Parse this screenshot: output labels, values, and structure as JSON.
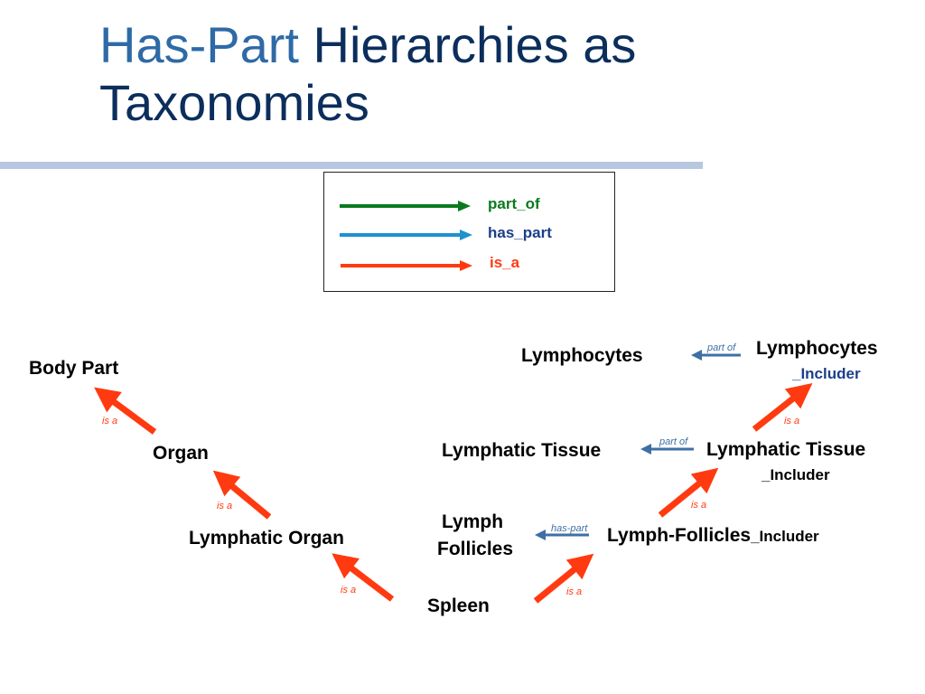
{
  "title": {
    "part1": "Has-Part",
    "part2": "Hierarchies as",
    "part3": "Taxonomies"
  },
  "legend": {
    "part_of": "part_of",
    "has_part": "has_part",
    "is_a": "is_a"
  },
  "nodes": {
    "body_part": "Body Part",
    "organ": "Organ",
    "lymphatic_organ": "Lymphatic Organ",
    "spleen": "Spleen",
    "lymph": "Lymph",
    "follicles": "Follicles",
    "lymph_follicles_includer_main": "Lymph-Follicles",
    "lymph_follicles_includer_suffix": "_Includer",
    "lymphatic_tissue": "Lymphatic Tissue",
    "lymphatic_tissue_includer": "Lymphatic Tissue",
    "lymphatic_tissue_includer_suffix": "_Includer",
    "lymphocytes": "Lymphocytes",
    "lymphocytes_includer": "Lymphocytes",
    "lymphocytes_includer_suffix": "_Includer"
  },
  "edge_labels": {
    "is_a_1": "is a",
    "is_a_2": "is a",
    "is_a_3": "is a",
    "is_a_4": "is a",
    "is_a_5": "is a",
    "is_a_6": "is a",
    "part_of_1": "part of",
    "part_of_2": "part of",
    "has_part_1": "has-part"
  },
  "colors": {
    "title_dark": "#0b2e5c",
    "title_light": "#2e6aa6",
    "part_of": "#0a7a1e",
    "has_part": "#1e90d0",
    "is_a": "#ff3a10",
    "edge_blue": "#3f6fa5",
    "includer_blue": "#1b3f8a"
  }
}
